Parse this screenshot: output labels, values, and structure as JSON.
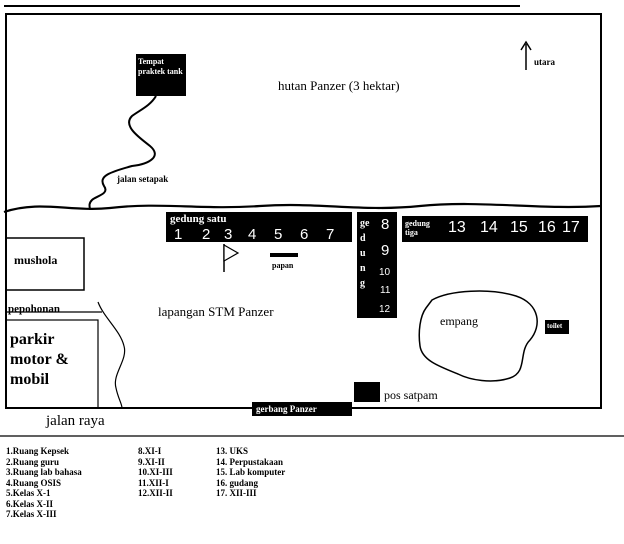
{
  "map": {
    "north_label": "utara",
    "forest_label": "hutan Panzer (3 hektar)",
    "tank_area_label": "Tempat praktek tank",
    "path_label": "jalan setapak",
    "mosque_label": "mushola",
    "trees_label": "pepohonan",
    "parking_label": "parkir motor & mobil",
    "field_label": "lapangan STM Panzer",
    "board_label": "papan",
    "pond_label": "empang",
    "toilet_label": "toilet",
    "security_post_label": "pos satpam",
    "gate_label": "gerbang Panzer",
    "road_label": "jalan raya",
    "building_one": {
      "label": "gedung satu",
      "rooms": [
        "1",
        "2",
        "3",
        "4",
        "5",
        "6",
        "7"
      ]
    },
    "building_two": {
      "label": "gedung",
      "rooms": [
        "8",
        "9",
        "10",
        "11",
        "12"
      ]
    },
    "building_three": {
      "label": "gedung tiga",
      "rooms": [
        "13",
        "14",
        "15",
        "16",
        "17"
      ]
    }
  },
  "legend": {
    "column_1": [
      "1.Ruang Kepsek",
      "2.Ruang guru",
      "3.Ruang lab bahasa",
      "4.Ruang OSIS",
      "5.Kelas X-1",
      "6.Kelas X-II",
      "7.Kelas X-III"
    ],
    "column_2": [
      "8.XI-I",
      "9.XI-II",
      "10.XI-III",
      "11.XII-I",
      "12.XII-II"
    ],
    "column_3": [
      "13. UKS",
      "14. Perpustakaan",
      "15. Lab komputer",
      "16. gudang",
      "17. XII-III"
    ]
  }
}
